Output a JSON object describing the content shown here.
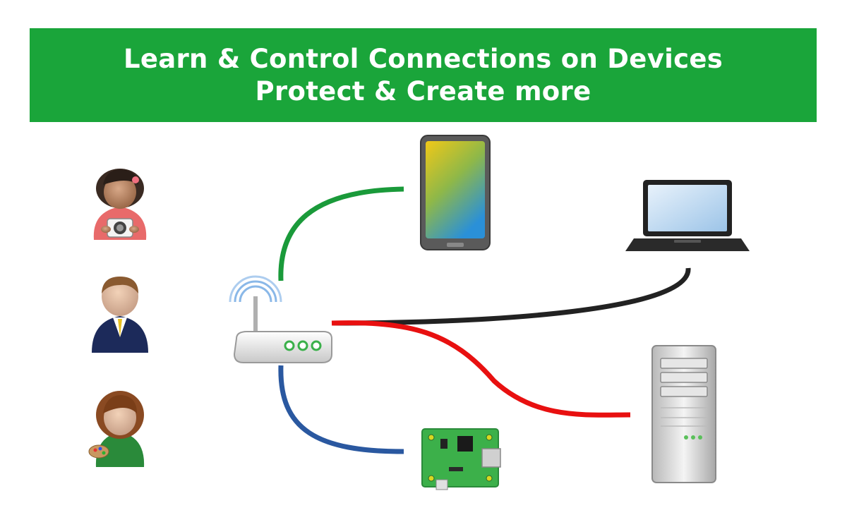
{
  "banner": {
    "line1": "Learn & Control Connections on Devices",
    "line2": "Protect & Create more",
    "background_color": "#1aa53a",
    "text_color": "#ffffff"
  },
  "people": [
    {
      "name": "person-photographer",
      "icon": "photographer-avatar-icon"
    },
    {
      "name": "person-businessman",
      "icon": "businessman-avatar-icon"
    },
    {
      "name": "person-artist",
      "icon": "artist-avatar-icon"
    }
  ],
  "hub": {
    "icon": "wifi-router-icon"
  },
  "devices": [
    {
      "name": "smartphone",
      "icon": "smartphone-icon",
      "link_color": "#1a9a3a"
    },
    {
      "name": "laptop",
      "icon": "laptop-icon",
      "link_color": "#222222"
    },
    {
      "name": "server",
      "icon": "server-tower-icon",
      "link_color": "#e81010"
    },
    {
      "name": "single-board-computer",
      "icon": "circuit-board-icon",
      "link_color": "#2a58a0"
    }
  ]
}
